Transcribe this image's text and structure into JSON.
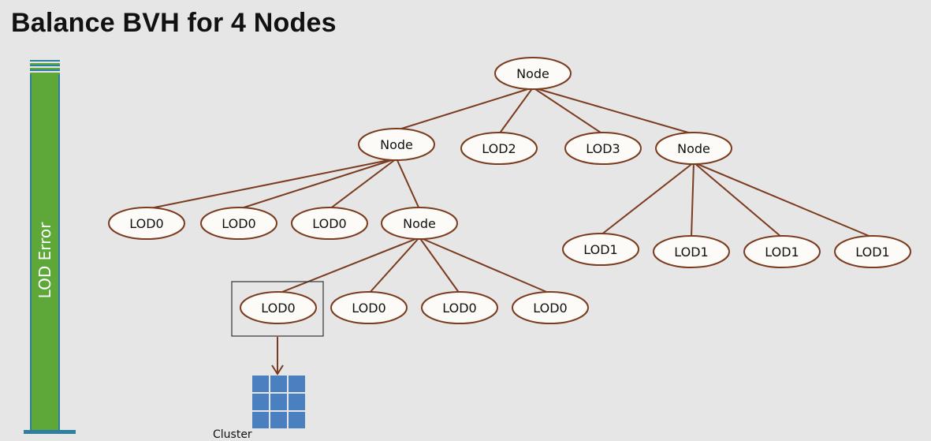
{
  "title": "Balance BVH for 4 Nodes",
  "lod_axis_label": "LOD Error",
  "caption": "Cluster",
  "colors": {
    "edge": "#7a3b1e",
    "node_fill": "#fdfbf7",
    "bar_green": "#5ea83a",
    "bar_blue": "#2f7fa0",
    "cluster_blue": "#4a80c0"
  },
  "tree": {
    "nodes": [
      {
        "id": "root",
        "label": "Node"
      },
      {
        "id": "n1",
        "label": "Node"
      },
      {
        "id": "lod2",
        "label": "LOD2"
      },
      {
        "id": "lod3",
        "label": "LOD3"
      },
      {
        "id": "n4",
        "label": "Node"
      },
      {
        "id": "a0",
        "label": "LOD0"
      },
      {
        "id": "a1",
        "label": "LOD0"
      },
      {
        "id": "a2",
        "label": "LOD0"
      },
      {
        "id": "n2",
        "label": "Node"
      },
      {
        "id": "b0",
        "label": "LOD1"
      },
      {
        "id": "b1",
        "label": "LOD1"
      },
      {
        "id": "b2",
        "label": "LOD1"
      },
      {
        "id": "b3",
        "label": "LOD1"
      },
      {
        "id": "c0",
        "label": "LOD0"
      },
      {
        "id": "c1",
        "label": "LOD0"
      },
      {
        "id": "c2",
        "label": "LOD0"
      },
      {
        "id": "c3",
        "label": "LOD0"
      }
    ],
    "edges": [
      [
        "root",
        "n1"
      ],
      [
        "root",
        "lod2"
      ],
      [
        "root",
        "lod3"
      ],
      [
        "root",
        "n4"
      ],
      [
        "n1",
        "a0"
      ],
      [
        "n1",
        "a1"
      ],
      [
        "n1",
        "a2"
      ],
      [
        "n1",
        "n2"
      ],
      [
        "n4",
        "b0"
      ],
      [
        "n4",
        "b1"
      ],
      [
        "n4",
        "b2"
      ],
      [
        "n4",
        "b3"
      ],
      [
        "n2",
        "c0"
      ],
      [
        "n2",
        "c1"
      ],
      [
        "n2",
        "c2"
      ],
      [
        "n2",
        "c3"
      ]
    ],
    "highlighted_node": "c0"
  }
}
